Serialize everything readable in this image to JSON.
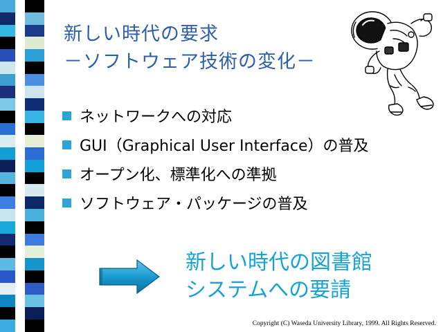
{
  "slide": {
    "title": "新しい時代の要求",
    "subtitle": "－ソフトウェア技術の変化－",
    "bullets": [
      "ネットワークへの対応",
      "GUI（Graphical User Interface）の普及",
      "オープン化、標準化への準拠",
      "ソフトウェア・パッケージの普及"
    ],
    "result_line1": "新しい時代の図書館",
    "result_line2": "システムへの要請",
    "copyright": "Copyright (C) Waseda University Library, 1999. All Rights Reserved."
  },
  "icons": {
    "bullet": "square-bullet-icon",
    "arrow": "right-arrow-icon",
    "clipart": "astronaut-icon"
  },
  "colors": {
    "title": "#2e5fa8",
    "result": "#16a3d4",
    "bullet": "#2fa3d6",
    "arrow": "#1a9bd0"
  }
}
